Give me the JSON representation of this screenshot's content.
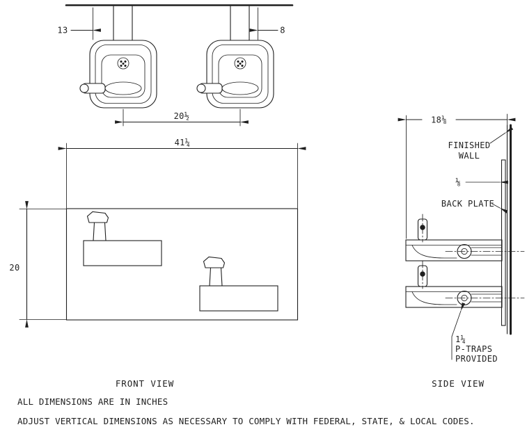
{
  "top_view": {
    "dim_left_offset": "13",
    "dim_right_offset": "8",
    "dim_center_spacing": "20½"
  },
  "front_view": {
    "dim_width": "41¼",
    "dim_height": "20",
    "caption": "FRONT VIEW"
  },
  "side_view": {
    "dim_depth": "18⅛",
    "finished_wall_line1": "FINISHED",
    "finished_wall_line2": "WALL",
    "plate_gap": "⅛",
    "back_plate_label": "BACK PLATE",
    "trap_size": "1¼",
    "trap_line1": "P-TRAPS",
    "trap_line2": "PROVIDED",
    "caption": "SIDE VIEW"
  },
  "notes": {
    "line1": "ALL DIMENSIONS ARE IN INCHES",
    "line2": "ADJUST VERTICAL DIMENSIONS AS NECESSARY TO COMPLY WITH FEDERAL, STATE, & LOCAL CODES."
  },
  "colors": {
    "line": "#1f1f1f",
    "background": "#ffffff"
  }
}
